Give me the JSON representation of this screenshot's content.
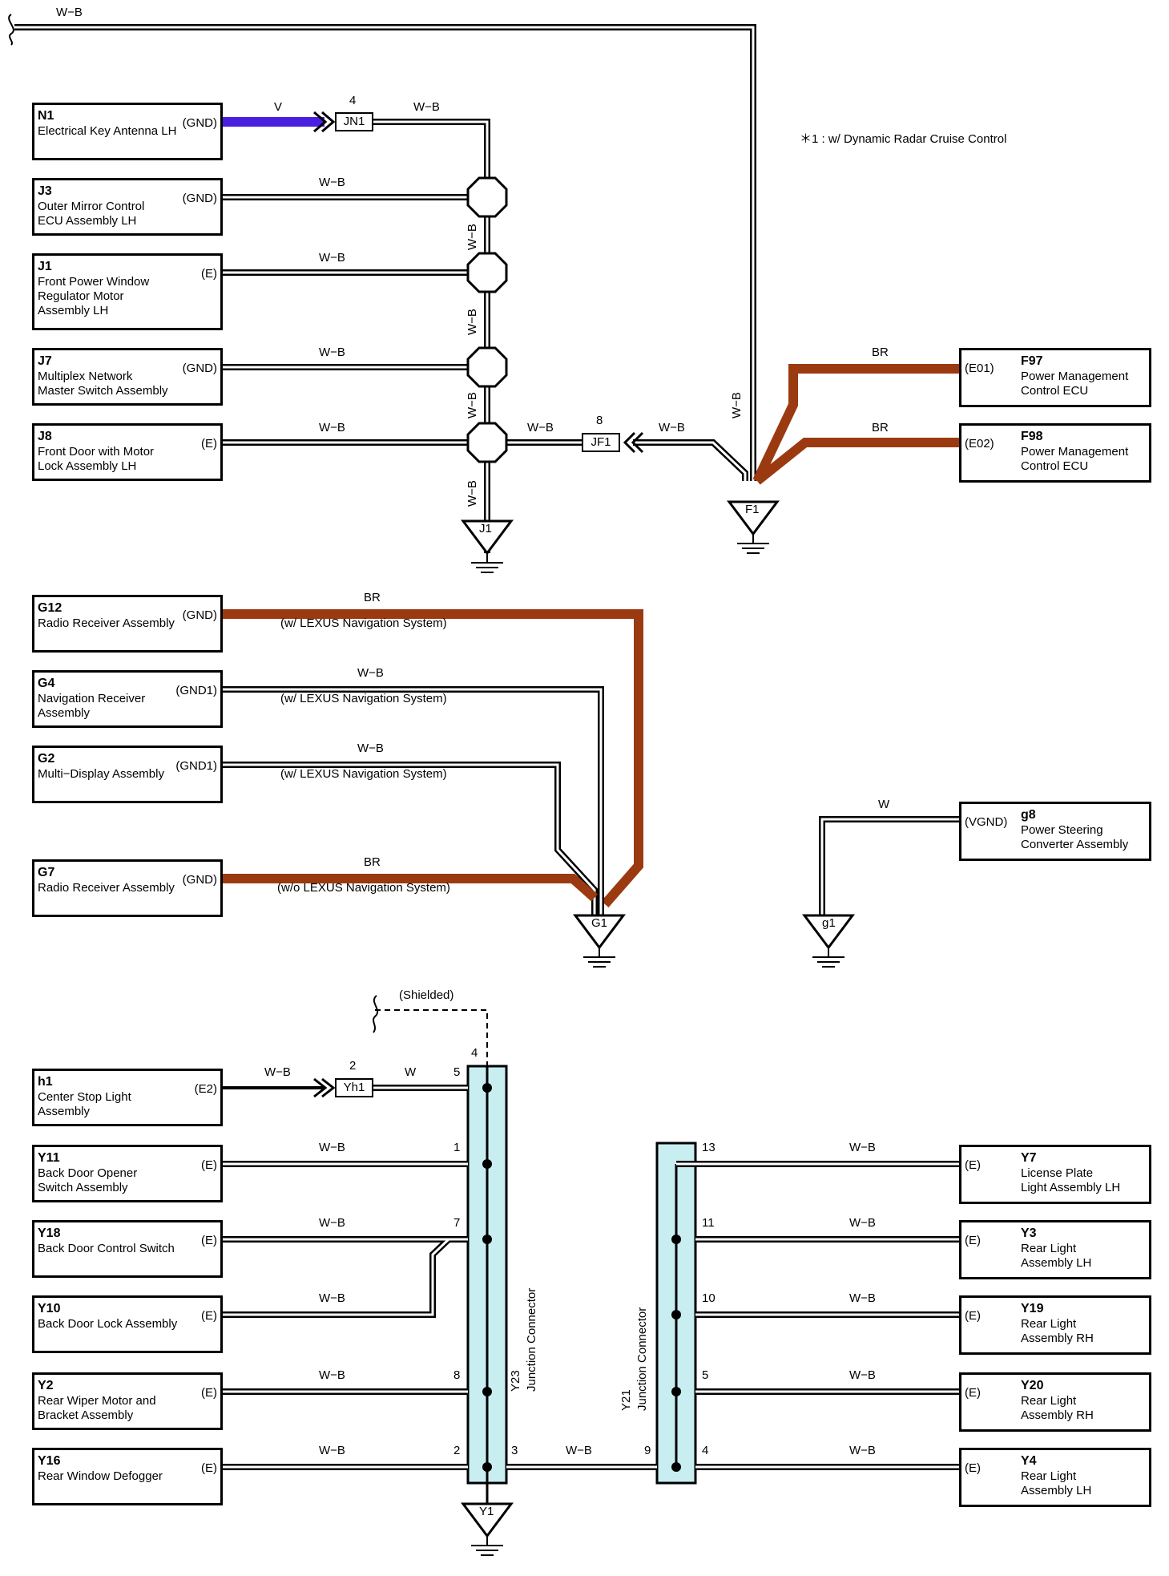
{
  "note": "＊1 : w/ Dynamic Radar Cruise Control",
  "shielded_label": "(Shielded)",
  "components": {
    "N1": {
      "code": "N1",
      "desc": "Electrical Key Antenna LH",
      "pin": "(GND)"
    },
    "J3": {
      "code": "J3",
      "desc": "Outer Mirror Control\nECU Assembly LH",
      "pin": "(GND)"
    },
    "J1": {
      "code": "J1",
      "desc": "Front Power Window\nRegulator Motor\nAssembly LH",
      "pin": "(E)"
    },
    "J7": {
      "code": "J7",
      "desc": "Multiplex Network\nMaster Switch Assembly",
      "pin": "(GND)"
    },
    "J8": {
      "code": "J8",
      "desc": "Front Door with Motor\nLock Assembly LH",
      "pin": "(E)"
    },
    "F97": {
      "code": "F97",
      "desc": "Power Management\nControl ECU",
      "pin": "(E01)"
    },
    "F98": {
      "code": "F98",
      "desc": "Power Management\nControl ECU",
      "pin": "(E02)"
    },
    "G12": {
      "code": "G12",
      "desc": "Radio Receiver Assembly",
      "pin": "(GND)"
    },
    "G4": {
      "code": "G4",
      "desc": "Navigation Receiver\nAssembly",
      "pin": "(GND1)"
    },
    "G2": {
      "code": "G2",
      "desc": "Multi−Display Assembly",
      "pin": "(GND1)"
    },
    "G7": {
      "code": "G7",
      "desc": "Radio Receiver Assembly",
      "pin": "(GND)"
    },
    "g8": {
      "code": "g8",
      "desc": "Power Steering\nConverter Assembly",
      "pin": "(VGND)"
    },
    "h1": {
      "code": "h1",
      "desc": "Center Stop Light\nAssembly",
      "pin": "(E2)"
    },
    "Y11": {
      "code": "Y11",
      "desc": "Back Door Opener\nSwitch Assembly",
      "pin": "(E)"
    },
    "Y18": {
      "code": "Y18",
      "desc": "Back Door Control Switch",
      "pin": "(E)"
    },
    "Y10": {
      "code": "Y10",
      "desc": "Back Door Lock Assembly",
      "pin": "(E)"
    },
    "Y2": {
      "code": "Y2",
      "desc": "Rear Wiper Motor and\nBracket Assembly",
      "pin": "(E)"
    },
    "Y16": {
      "code": "Y16",
      "desc": "Rear Window Defogger",
      "pin": "(E)"
    },
    "Y7": {
      "code": "Y7",
      "desc": "License Plate\nLight Assembly LH",
      "pin": "(E)"
    },
    "Y3": {
      "code": "Y3",
      "desc": "Rear Light\nAssembly LH",
      "pin": "(E)"
    },
    "Y19": {
      "code": "Y19",
      "desc": "Rear Light\nAssembly RH",
      "pin": "(E)"
    },
    "Y20": {
      "code": "Y20",
      "desc": "Rear Light\nAssembly RH",
      "pin": "(E)"
    },
    "Y4": {
      "code": "Y4",
      "desc": "Rear Light\nAssembly LH",
      "pin": "(E)"
    }
  },
  "connectors": {
    "JN1": {
      "label": "JN1",
      "pin": "4"
    },
    "JF1": {
      "label": "JF1",
      "pin": "8"
    },
    "Yh1": {
      "label": "Yh1",
      "pin": "2"
    }
  },
  "grounds": {
    "J1": "J1",
    "F1": "F1",
    "G1": "G1",
    "g1": "g1",
    "Y1": "Y1"
  },
  "junctions": {
    "Y23": {
      "code": "Y23",
      "name": "Junction Connector"
    },
    "Y21": {
      "code": "Y21",
      "name": "Junction Connector"
    }
  },
  "wire_colors": {
    "WB": "W−B",
    "BR": "BR",
    "V": "V",
    "W": "W"
  },
  "nav_notes": {
    "with": "(w/ LEXUS Navigation System)",
    "without": "(w/o LEXUS Navigation System)"
  },
  "y23_pins": {
    "p4": "4",
    "p5": "5",
    "p1": "1",
    "p7": "7",
    "p8": "8",
    "p2": "2",
    "p3": "3"
  },
  "y21_pins": {
    "p13": "13",
    "p11": "11",
    "p10": "10",
    "p5": "5",
    "p9": "9",
    "p4": "4"
  },
  "colors": {
    "brown": "#9b3a10",
    "violet": "#4b1fe0",
    "junction_fill": "#c8eef2"
  }
}
